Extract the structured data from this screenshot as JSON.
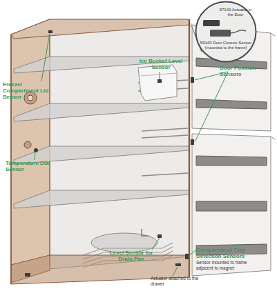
{
  "diagram": {
    "nodes": [
      {
        "text": [
          "57140 Actuator in the Door",
          "59140 Door Closure Sensor (mounted to the frame)"
        ]
      }
    ],
    "labels": [
      "Ice Bucket Level Sensor",
      "Door Position Sensors",
      "Freezer Compartment Lid Sensor",
      "Temperature Dial Sensor",
      "Compartment Tray Detection Sensors",
      "Sensor mounted to frame adjacent to magnet",
      "Level Sensor for Drain Pan",
      "Actuator attached to the drawer"
    ]
  }
}
